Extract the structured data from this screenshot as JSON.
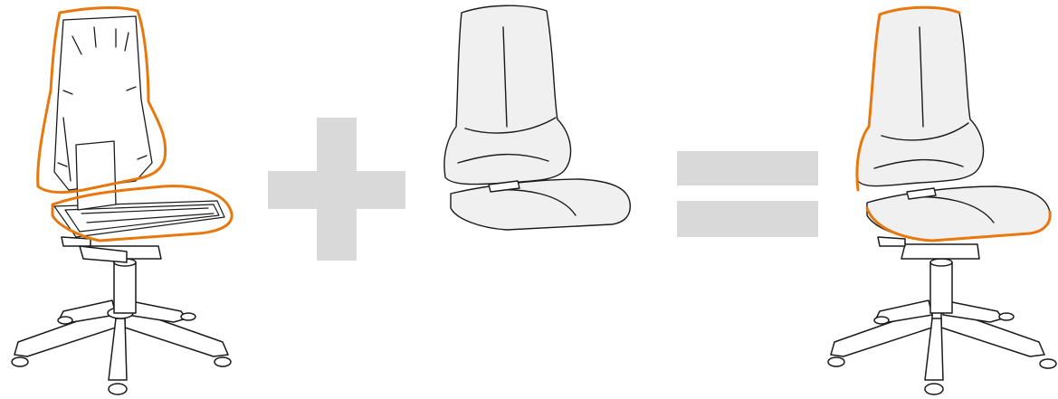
{
  "diagram": {
    "operator_plus": "+",
    "operator_equals": "=",
    "items": [
      {
        "name": "chair-frame",
        "highlighted": true
      },
      {
        "name": "cushion-set",
        "highlighted": false
      },
      {
        "name": "assembled-chair",
        "highlighted": true
      }
    ]
  },
  "colors": {
    "accent": "#e8780e",
    "stroke": "#1a1a1a",
    "operator": "#d9d9d9",
    "cushion_fill": "#f0f0f0",
    "background": "#ffffff"
  }
}
